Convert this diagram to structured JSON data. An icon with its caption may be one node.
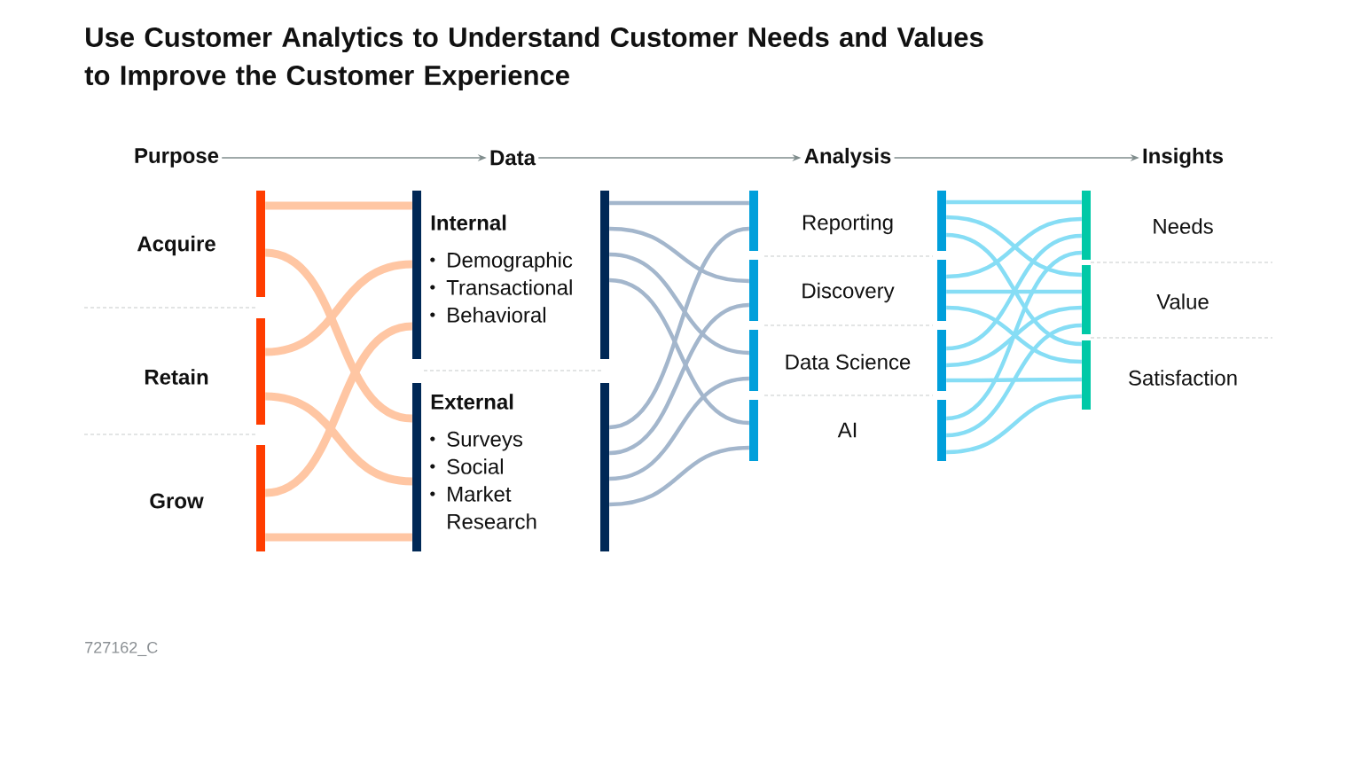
{
  "diagram": {
    "title": "Use Customer Analytics to Understand Customer Needs and Values to Improve the Customer Experience",
    "nodes": [
      {
        "text": [
          "Purpose"
        ]
      },
      {
        "text": [
          "Data"
        ]
      },
      {
        "text": [
          "Analysis"
        ]
      },
      {
        "text": [
          "Insights"
        ]
      },
      {
        "text": [
          "Acquire"
        ]
      },
      {
        "text": [
          "Retain"
        ]
      },
      {
        "text": [
          "Grow"
        ]
      },
      {
        "text": [
          "Internal",
          "Demographic",
          "Transactional",
          "Behavioral"
        ]
      },
      {
        "text": [
          "External",
          "Surveys",
          "Social",
          "Market Research"
        ]
      },
      {
        "text": [
          "Reporting"
        ]
      },
      {
        "text": [
          "Discovery"
        ]
      },
      {
        "text": [
          "Data Science"
        ]
      },
      {
        "text": [
          "AI"
        ]
      },
      {
        "text": [
          "Needs"
        ]
      },
      {
        "text": [
          "Value"
        ]
      },
      {
        "text": [
          "Satisfaction"
        ]
      },
      {
        "text": [],
        "shape": "bar"
      },
      {
        "text": [],
        "shape": "bar"
      },
      {
        "text": [],
        "shape": "bar"
      },
      {
        "text": [],
        "shape": "bar"
      },
      {
        "text": [],
        "shape": "bar"
      },
      {
        "text": [],
        "shape": "bar"
      },
      {
        "text": [],
        "shape": "bar"
      },
      {
        "text": [],
        "shape": "bar"
      },
      {
        "text": [],
        "shape": "bar"
      },
      {
        "text": [],
        "shape": "bar"
      },
      {
        "text": [],
        "shape": "bar"
      },
      {
        "text": [],
        "shape": "bar"
      },
      {
        "text": [],
        "shape": "bar"
      },
      {
        "text": [],
        "shape": "bar"
      },
      {
        "text": [],
        "shape": "bar"
      },
      {
        "text": [],
        "shape": "bar"
      },
      {
        "text": [],
        "shape": "bar"
      },
      {
        "text": [],
        "shape": "bar"
      }
    ],
    "edges": [
      {
        "from": 0,
        "to": 1,
        "arrow": "to",
        "color": "#7f8c8c"
      },
      {
        "from": 1,
        "to": 2,
        "arrow": "to",
        "color": "#7f8c8c"
      },
      {
        "from": 2,
        "to": 3,
        "arrow": "to",
        "color": "#7f8c8c"
      },
      {
        "from": 16,
        "to": 19,
        "arrow": "none",
        "style": "thick",
        "color": "#ffc6a3"
      },
      {
        "from": 16,
        "to": 20,
        "arrow": "none",
        "style": "thick",
        "color": "#ffc6a3"
      },
      {
        "from": 17,
        "to": 19,
        "arrow": "none",
        "style": "thick",
        "color": "#ffc6a3"
      },
      {
        "from": 17,
        "to": 20,
        "arrow": "none",
        "style": "thick",
        "color": "#ffc6a3"
      },
      {
        "from": 18,
        "to": 19,
        "arrow": "none",
        "style": "thick",
        "color": "#ffc6a3"
      },
      {
        "from": 18,
        "to": 20,
        "arrow": "none",
        "style": "thick",
        "color": "#ffc6a3"
      },
      {
        "from": 21,
        "to": 23,
        "arrow": "none",
        "color": "#a3b6cc"
      },
      {
        "from": 21,
        "to": 24,
        "arrow": "none",
        "color": "#a3b6cc"
      },
      {
        "from": 21,
        "to": 25,
        "arrow": "none",
        "color": "#a3b6cc"
      },
      {
        "from": 21,
        "to": 26,
        "arrow": "none",
        "color": "#a3b6cc"
      },
      {
        "from": 22,
        "to": 23,
        "arrow": "none",
        "color": "#a3b6cc"
      },
      {
        "from": 22,
        "to": 24,
        "arrow": "none",
        "color": "#a3b6cc"
      },
      {
        "from": 22,
        "to": 25,
        "arrow": "none",
        "color": "#a3b6cc"
      },
      {
        "from": 22,
        "to": 26,
        "arrow": "none",
        "color": "#a3b6cc"
      },
      {
        "from": 27,
        "to": 31,
        "arrow": "none"
      },
      {
        "from": 27,
        "to": 32,
        "arrow": "none"
      },
      {
        "from": 27,
        "to": 33,
        "arrow": "none"
      },
      {
        "from": 28,
        "to": 31,
        "arrow": "none"
      },
      {
        "from": 28,
        "to": 32,
        "arrow": "none"
      },
      {
        "from": 28,
        "to": 33,
        "arrow": "none"
      },
      {
        "from": 29,
        "to": 31,
        "arrow": "none"
      },
      {
        "from": 29,
        "to": 32,
        "arrow": "none"
      },
      {
        "from": 29,
        "to": 33,
        "arrow": "none"
      },
      {
        "from": 30,
        "to": 31,
        "arrow": "none"
      },
      {
        "from": 30,
        "to": 32,
        "arrow": "none"
      },
      {
        "from": 30,
        "to": 33,
        "arrow": "none"
      }
    ],
    "labels": [
      "727162_C"
    ]
  }
}
